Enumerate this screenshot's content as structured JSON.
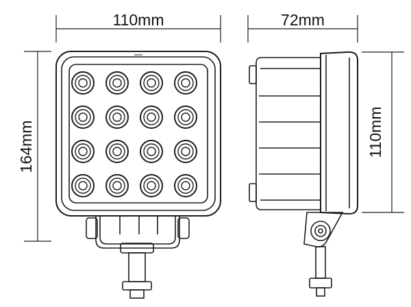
{
  "dimensions": {
    "front_width": "110mm",
    "side_depth": "72mm",
    "front_height": "164mm",
    "side_height": "110mm"
  },
  "front_view": {
    "led_rows": 4,
    "led_cols": 4
  },
  "colors": {
    "line": "#1a1a1a",
    "background": "#ffffff"
  }
}
